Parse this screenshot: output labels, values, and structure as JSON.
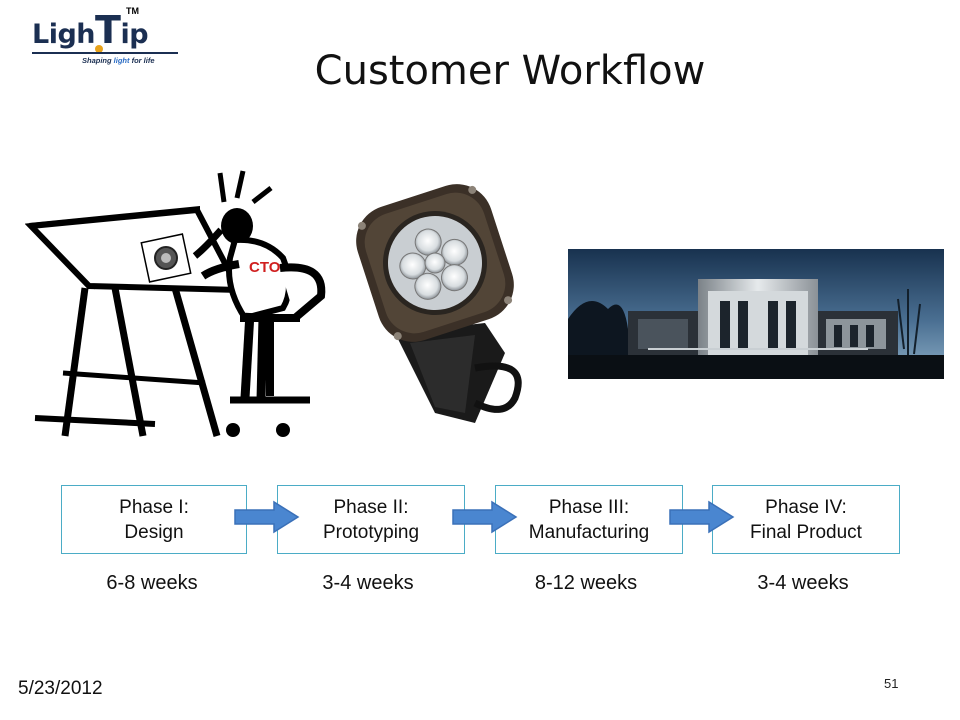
{
  "logo": {
    "word_start": "Ligh",
    "word_t": "T",
    "word_end": "ip",
    "tm": "TM",
    "tagline_a": "Shaping ",
    "tagline_b": "light",
    "tagline_c": " for life"
  },
  "title": "Customer Workflow",
  "illustration": {
    "shirt_label": "CTO"
  },
  "phases": [
    {
      "name": "Phase I:",
      "sub": "Design",
      "duration": "6-8 weeks"
    },
    {
      "name": "Phase II:",
      "sub": "Prototyping",
      "duration": "3-4 weeks"
    },
    {
      "name": "Phase III:",
      "sub": "Manufacturing",
      "duration": "8-12 weeks"
    },
    {
      "name": "Phase IV:",
      "sub": "Final Product",
      "duration": "3-4 weeks"
    }
  ],
  "footer": {
    "date": "5/23/2012",
    "page": "51"
  },
  "colors": {
    "box_border": "#4bacc6",
    "arrow": "#4a86d0",
    "logo_navy": "#1b2f52"
  },
  "icons": [
    "lighttip-logo",
    "drafting-table-clipart",
    "led-floodlight-photo",
    "lit-building-photo",
    "right-arrow-icon"
  ]
}
